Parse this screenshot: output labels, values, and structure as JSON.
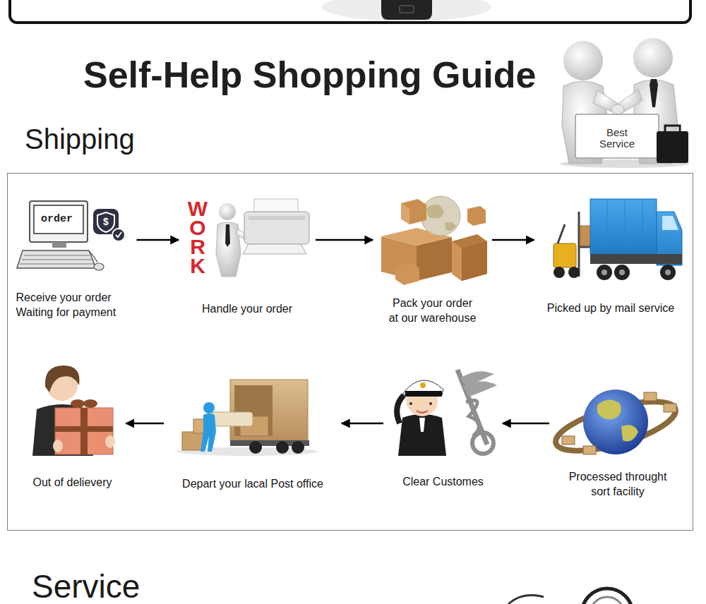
{
  "diagram": {
    "title": "Self-Help Shopping Guide",
    "nodes": [
      {
        "text": [
          "Shipping"
        ]
      },
      {
        "text": [
          "Receive your order Waiting for payment"
        ],
        "in": 0
      },
      {
        "text": [
          "Handle your order"
        ],
        "in": 0
      },
      {
        "text": [
          "Pack your order at our warehouse"
        ],
        "in": 0
      },
      {
        "text": [
          "Picked up by mail service"
        ],
        "in": 0
      },
      {
        "text": [
          "Out of delievery"
        ],
        "in": 0
      },
      {
        "text": [
          "Depart your lacal Post office"
        ],
        "in": 0
      },
      {
        "text": [
          "Clear Customes"
        ],
        "in": 0
      },
      {
        "text": [
          "Processed throught sort facility"
        ],
        "in": 0
      }
    ],
    "edges": [
      {
        "from": 1,
        "to": 2,
        "arrow": "to"
      },
      {
        "from": 2,
        "to": 3,
        "arrow": "to"
      },
      {
        "from": 3,
        "to": 4,
        "arrow": "to"
      },
      {
        "from": 8,
        "to": 7,
        "arrow": "to"
      },
      {
        "from": 7,
        "to": 6,
        "arrow": "to"
      },
      {
        "from": 6,
        "to": 5,
        "arrow": "to"
      }
    ],
    "labels": [
      "Best Service",
      "order",
      "$",
      "WORK",
      "Service"
    ]
  }
}
